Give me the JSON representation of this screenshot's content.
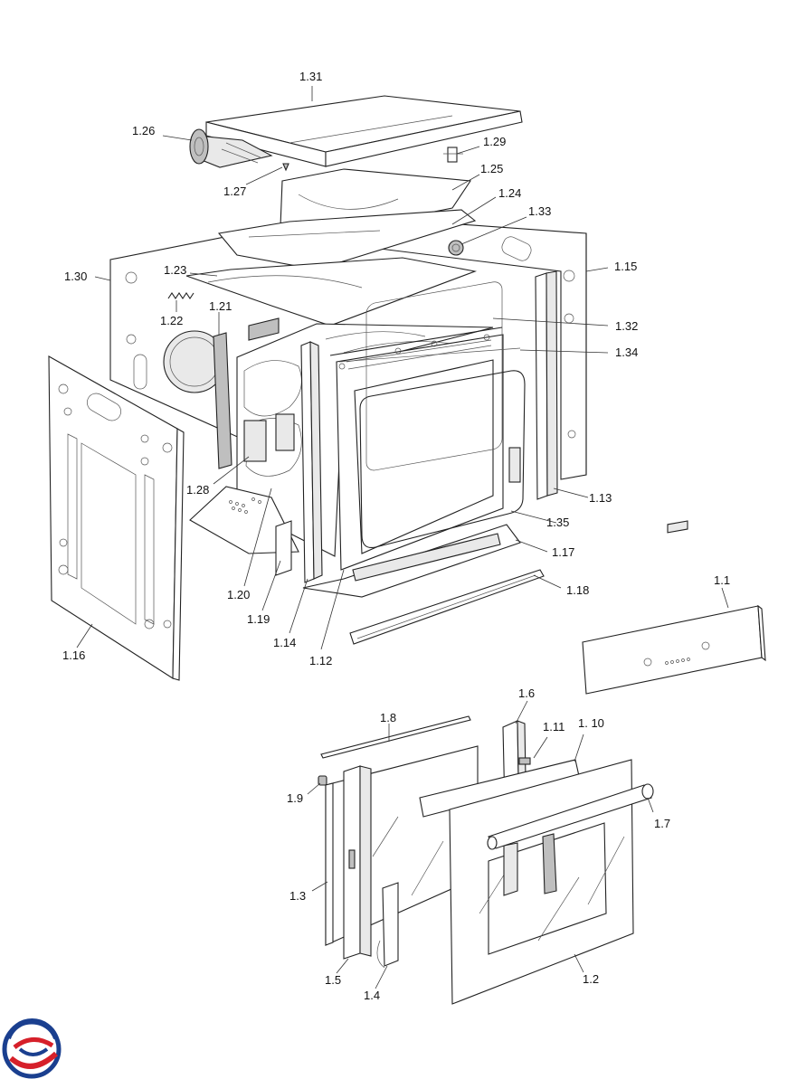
{
  "labels": {
    "l1_31": "1.31",
    "l1_26": "1.26",
    "l1_29": "1.29",
    "l1_25": "1.25",
    "l1_27": "1.27",
    "l1_24": "1.24",
    "l1_33": "1.33",
    "l1_30": "1.30",
    "l1_23": "1.23",
    "l1_15": "1.15",
    "l1_22": "1.22",
    "l1_21": "1.21",
    "l1_32": "1.32",
    "l1_34": "1.34",
    "l1_28": "1.28",
    "l1_13": "1.13",
    "l1_35": "1.35",
    "l1_17": "1.17",
    "l1_20": "1.20",
    "l1_18": "1.18",
    "l1_19": "1.19",
    "l1_1": "1.1",
    "l1_14": "1.14",
    "l1_16": "1.16",
    "l1_12": "1.12",
    "l1_6": "1.6",
    "l1_8": "1.8",
    "l1_11": "1.11",
    "l1_10": "1.  10",
    "l1_9": "1.9",
    "l1_7": "1.7",
    "l1_3": "1.3",
    "l1_2": "1.2",
    "l1_5": "1.5",
    "l1_4": "1.4"
  },
  "logo": {
    "colors": {
      "blue": "#1a3f8f",
      "red": "#d6202a"
    }
  }
}
